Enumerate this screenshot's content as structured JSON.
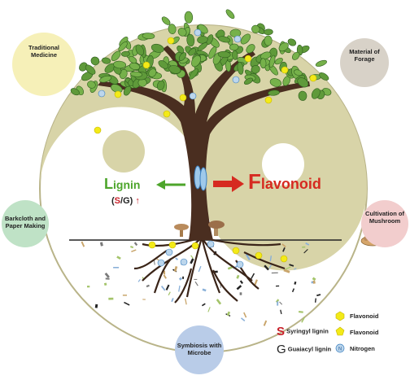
{
  "center": {
    "lignin_first": "L",
    "lignin_rest": "ignin",
    "flavonoid_first": "F",
    "flavonoid_rest": "lavonoid",
    "ratio_open": "(",
    "ratio_s": "S",
    "ratio_slash": "/",
    "ratio_g": "G",
    "ratio_close": ")",
    "ratio_arrow": "↑"
  },
  "applications": {
    "medicine": [
      "Traditional",
      "Medicine"
    ],
    "forage": [
      "Material of",
      "Forage"
    ],
    "barkcloth": [
      "Barkcloth and",
      "Paper Making"
    ],
    "mushroom": [
      "Cultivation of",
      "Mushroom"
    ],
    "microbe": [
      "Symbiosis with",
      "Microbe"
    ]
  },
  "legend": {
    "s_letter": "S",
    "s_label": "Syringyl lignin",
    "g_letter": "G",
    "g_label": "Guaiacyl lignin",
    "flavonoid_1": "Flavonoid",
    "flavonoid_2": "Flavonoid",
    "nitrogen_symbol": "N",
    "nitrogen_label": "Nitrogen"
  },
  "colors": {
    "yinyang_fill": "#d8d4a8",
    "yinyang_stroke": "#b9b489",
    "leaf": "#5f9a3a",
    "trunk": "#4a2e20",
    "lignin_green": "#4da52b",
    "flavonoid_red": "#d62a20",
    "flavonoid_dot": "#f3ea18",
    "nitrogen_blue": "#bcd6ec",
    "medicine_bubble": "#f6f0b8",
    "forage_bubble": "#d8d2c8",
    "barkcloth_bubble": "#bfe2c6",
    "mushroom_bubble": "#f2cdcd",
    "microbe_bubble": "#b9cce8"
  },
  "icons": [
    "book-icon",
    "hay-icon",
    "paper-icon",
    "mushroom-icon",
    "flavonoid-dot-icon",
    "nitrogen-icon"
  ]
}
